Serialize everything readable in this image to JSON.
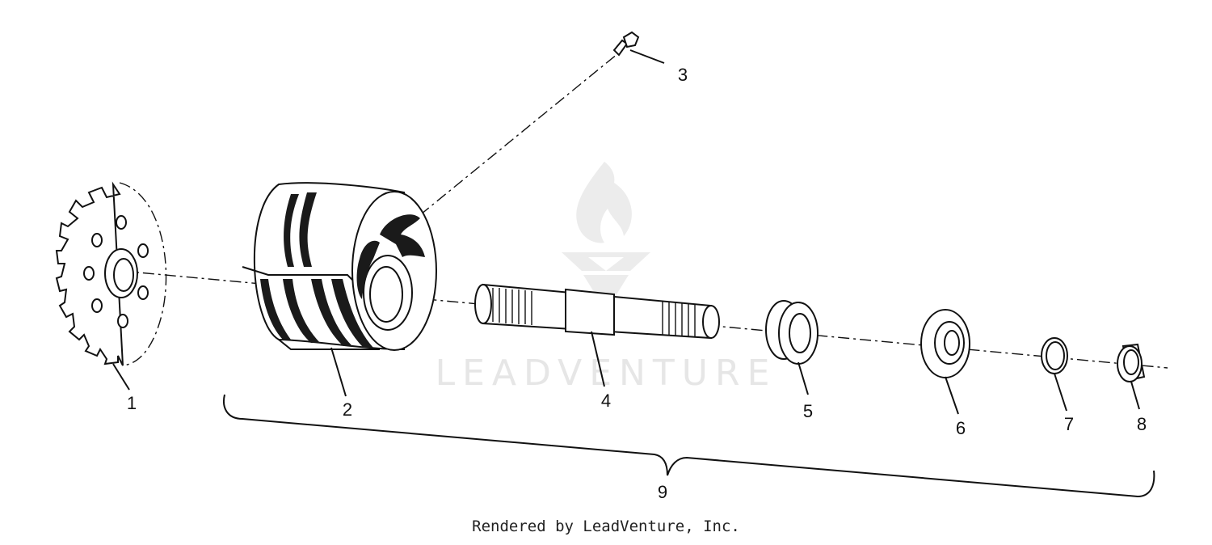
{
  "parts": [
    {
      "number": "1"
    },
    {
      "number": "2"
    },
    {
      "number": "3"
    },
    {
      "number": "4"
    },
    {
      "number": "5"
    },
    {
      "number": "6"
    },
    {
      "number": "7"
    },
    {
      "number": "8"
    },
    {
      "number": "9"
    }
  ],
  "watermark": {
    "text": "LEADVENTURE",
    "logo": "leadventure-flame-logo"
  },
  "footer": {
    "text": "Rendered by LeadVenture, Inc."
  },
  "colors": {
    "ink": "#111111",
    "watermark": "#e6e6e6",
    "background": "#ffffff"
  }
}
